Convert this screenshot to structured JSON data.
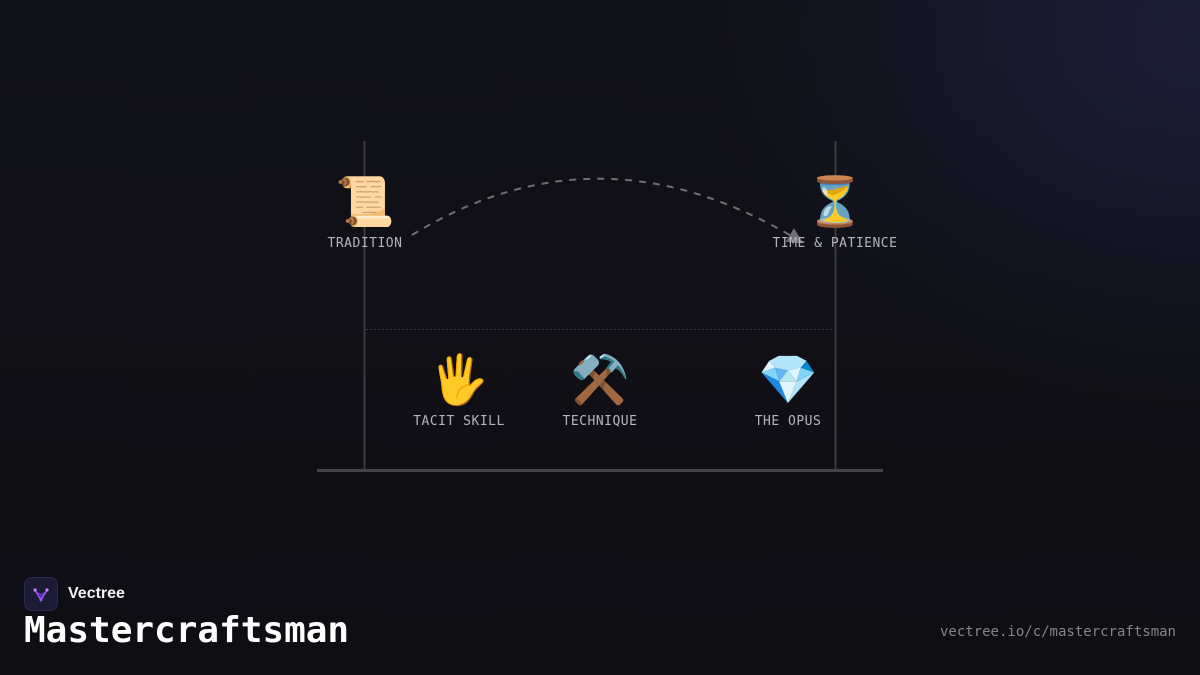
{
  "diagram": {
    "nodes": {
      "tradition": {
        "icon": "📜",
        "icon_name": "scroll-icon",
        "label": "TRADITION"
      },
      "time_patience": {
        "icon": "⏳",
        "icon_name": "hourglass-icon",
        "label": "TIME & PATIENCE"
      },
      "tacit_skill": {
        "icon": "🖐️",
        "icon_name": "hand-icon",
        "label": "TACIT SKILL"
      },
      "technique": {
        "icon": "⚒️",
        "icon_name": "hammer-and-pick-icon",
        "label": "TECHNIQUE"
      },
      "the_opus": {
        "icon": "💎",
        "icon_name": "gem-icon",
        "label": "THE OPUS"
      }
    },
    "colors": {
      "line": "#3a3a40",
      "arrow": "#6e6e74",
      "label": "#b4b4bc"
    }
  },
  "footer": {
    "brand_name": "Vectree",
    "title": "Mastercraftsman",
    "url": "vectree.io/c/mastercraftsman",
    "accent": "#a855f7"
  }
}
